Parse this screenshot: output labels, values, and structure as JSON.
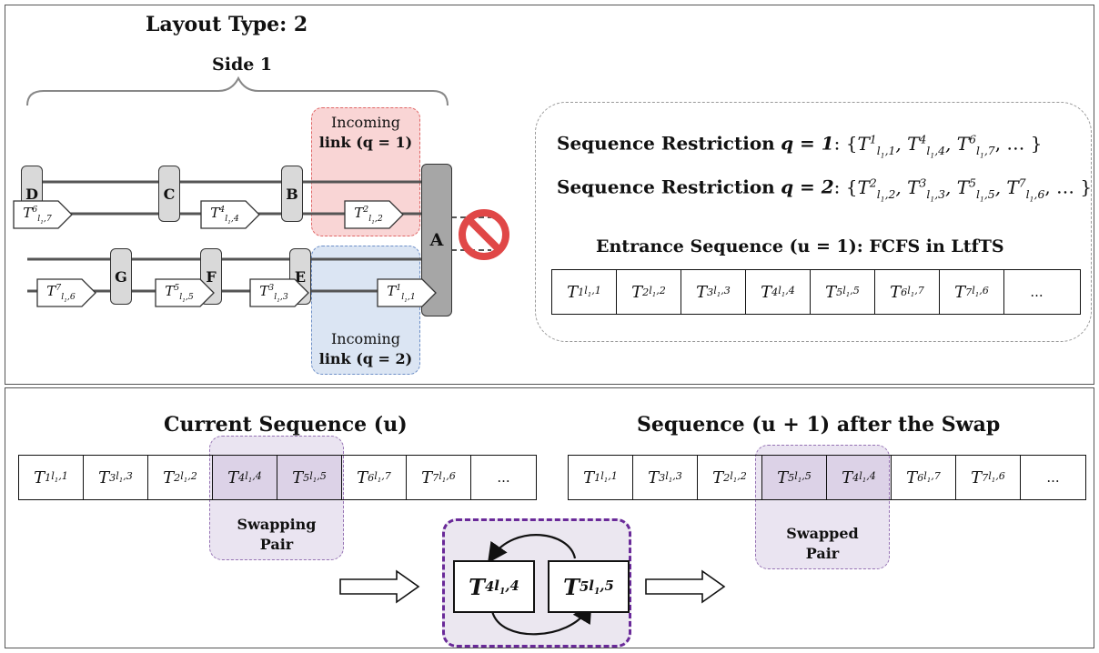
{
  "layout": {
    "title": "Layout Type: 2",
    "side_label": "Side 1",
    "incoming_link_1": {
      "line1": "Incoming",
      "line2": "link (q = 1)"
    },
    "incoming_link_2": {
      "line1": "Incoming",
      "line2": "link (q = 2)"
    },
    "nodes_top": [
      "D",
      "C",
      "B"
    ],
    "nodes_bottom": [
      "G",
      "F",
      "E"
    ],
    "junction": "A",
    "vehicles_top": [
      {
        "sup": "6",
        "sub": "7"
      },
      {
        "sup": "4",
        "sub": "4"
      },
      {
        "sup": "2",
        "sub": "2"
      }
    ],
    "vehicles_bottom": [
      {
        "sup": "7",
        "sub": "6"
      },
      {
        "sup": "5",
        "sub": "5"
      },
      {
        "sup": "3",
        "sub": "3"
      },
      {
        "sup": "1",
        "sub": "1"
      }
    ]
  },
  "restrictions": {
    "q1": {
      "label": "Sequence Restriction",
      "q": "q = 1",
      "items": [
        [
          "1",
          "1"
        ],
        [
          "4",
          "4"
        ],
        [
          "6",
          "7"
        ]
      ]
    },
    "q2": {
      "label": "Sequence Restriction",
      "q": "q = 2",
      "items": [
        [
          "2",
          "2"
        ],
        [
          "3",
          "3"
        ],
        [
          "5",
          "5"
        ],
        [
          "7",
          "6"
        ]
      ]
    },
    "entrance_title": "Entrance Sequence (u = 1): FCFS in LtfTS",
    "entrance_sequence": [
      [
        "1",
        "1"
      ],
      [
        "2",
        "2"
      ],
      [
        "3",
        "3"
      ],
      [
        "4",
        "4"
      ],
      [
        "5",
        "5"
      ],
      [
        "6",
        "7"
      ],
      [
        "7",
        "6"
      ]
    ],
    "ellipsis": "..."
  },
  "swap": {
    "current_title": "Current Sequence (u)",
    "after_title": "Sequence (u + 1) after the Swap",
    "current_sequence": [
      [
        "1",
        "1"
      ],
      [
        "3",
        "3"
      ],
      [
        "2",
        "2"
      ],
      [
        "4",
        "4"
      ],
      [
        "5",
        "5"
      ],
      [
        "6",
        "7"
      ],
      [
        "7",
        "6"
      ]
    ],
    "after_sequence": [
      [
        "1",
        "1"
      ],
      [
        "3",
        "3"
      ],
      [
        "2",
        "2"
      ],
      [
        "5",
        "5"
      ],
      [
        "4",
        "4"
      ],
      [
        "6",
        "7"
      ],
      [
        "7",
        "6"
      ]
    ],
    "ellipsis": "...",
    "swapping_pair_label": {
      "line1": "Swapping",
      "line2": "Pair"
    },
    "swapped_pair_label": {
      "line1": "Swapped",
      "line2": "Pair"
    },
    "pair": [
      [
        "4",
        "4"
      ],
      [
        "5",
        "5"
      ]
    ]
  },
  "colors": {
    "link1_fill": "#f9d5d5",
    "link1_border": "#e06666",
    "link2_fill": "#dbe5f3",
    "link2_border": "#6d8fc7",
    "pair_border": "#9673b4",
    "swap_border": "#6a2a99",
    "prohibited": "#e04747"
  }
}
